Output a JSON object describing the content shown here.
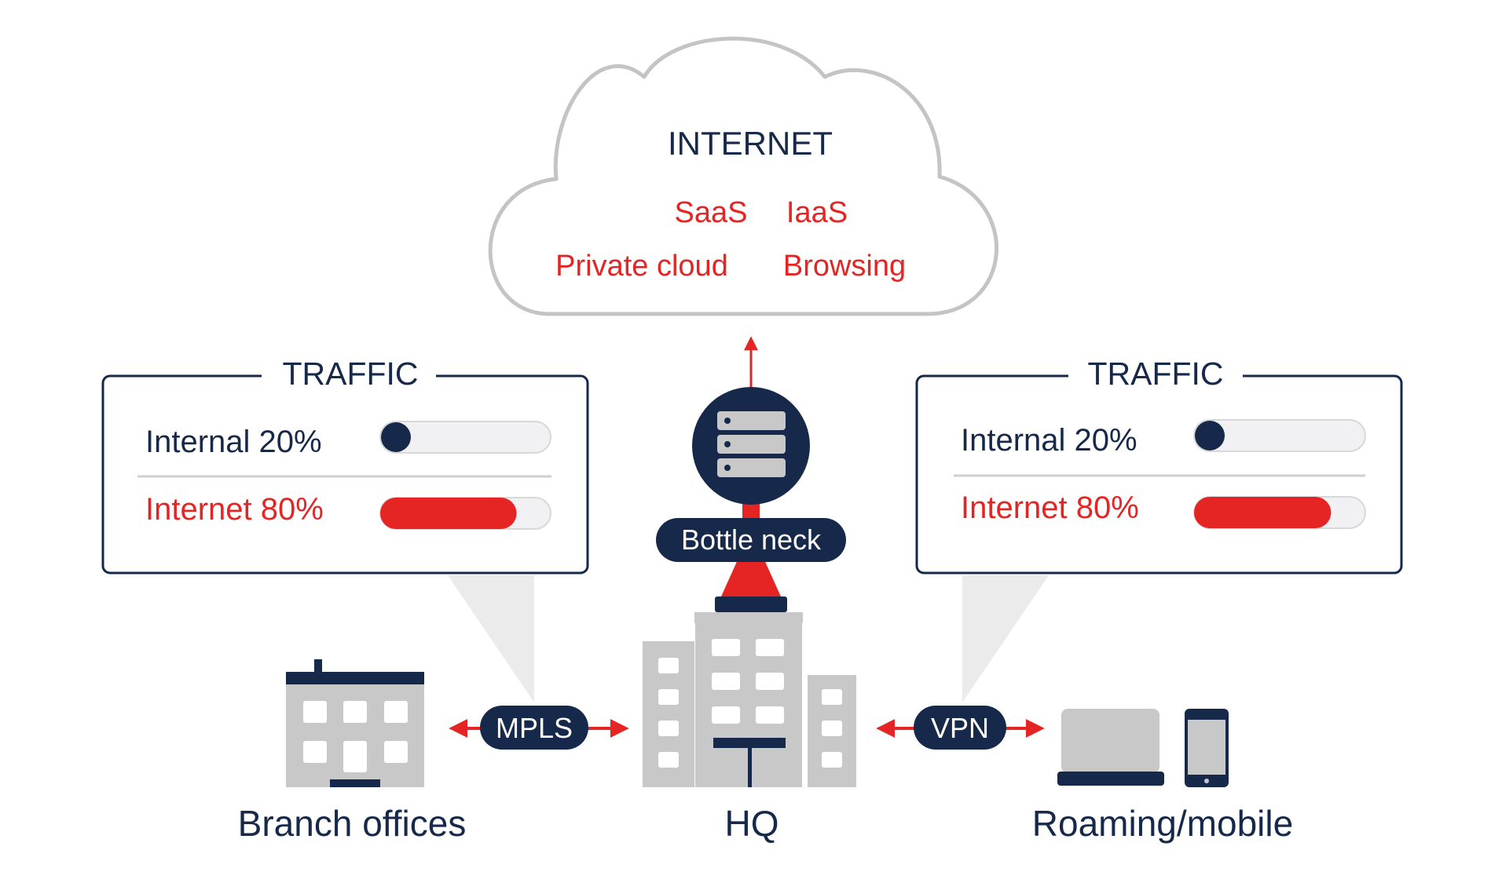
{
  "colors": {
    "navy": "#17294a",
    "red": "#e52424",
    "gray": "#c8c8c8",
    "outline": "#c4c4c4",
    "track": "#f1f1f3",
    "white": "#ffffff"
  },
  "cloud": {
    "title": "INTERNET",
    "services": [
      "SaaS",
      "IaaS",
      "Private cloud",
      "Browsing"
    ]
  },
  "traffic_panels": [
    {
      "title": "TRAFFIC",
      "rows": [
        {
          "label": "Internal 20%",
          "level": 0.2,
          "tone": "navy"
        },
        {
          "label": "Internet 80%",
          "level": 0.8,
          "tone": "red"
        }
      ]
    },
    {
      "title": "TRAFFIC",
      "rows": [
        {
          "label": "Internal 20%",
          "level": 0.2,
          "tone": "navy"
        },
        {
          "label": "Internet 80%",
          "level": 0.8,
          "tone": "red"
        }
      ]
    }
  ],
  "hq": {
    "badge": "Bottle neck",
    "label": "HQ",
    "icon": "server-icon"
  },
  "links": {
    "left": "MPLS",
    "right": "VPN"
  },
  "locations": {
    "branch": "Branch offices",
    "roaming": "Roaming/mobile"
  }
}
